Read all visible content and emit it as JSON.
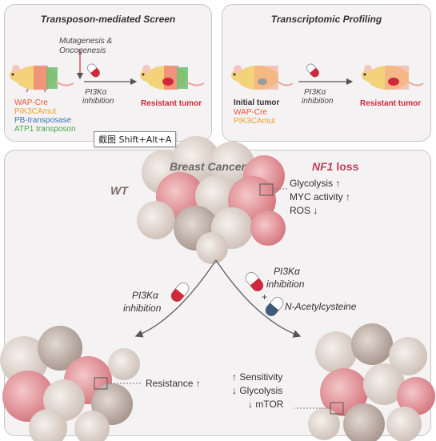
{
  "top_left": {
    "title": "Transposon-mediated Screen",
    "mutagenesis": "Mutagenesis &",
    "oncogenesis": "Oncogenesis",
    "drug": "PI3Kα",
    "drug_action": "inhibition",
    "result": "Resistant tumor",
    "legend": [
      {
        "text": "WAP-Cre",
        "color": "#e8553a"
      },
      {
        "text": "PIK3CAmut",
        "color": "#f0a030"
      },
      {
        "text": "PB-transposase",
        "color": "#3d73b8"
      },
      {
        "text": "ATP1 transposon",
        "color": "#4aa84a"
      }
    ]
  },
  "top_right": {
    "title": "Transcriptomic Profiling",
    "start": "Initial tumor",
    "drug": "PI3Kα",
    "drug_action": "inhibition",
    "result": "Resistant tumor",
    "legend": [
      {
        "text": "WAP-Cre",
        "color": "#e8553a"
      },
      {
        "text": "PIK3CAmut",
        "color": "#f0a030"
      }
    ]
  },
  "tooltip": "截图 Shift+Alt+A",
  "bottom": {
    "title": "Breast Cancer",
    "wt": "WT",
    "nf1": "NF1",
    "loss": " loss",
    "nf1_effects": [
      "Glycolysis ↑",
      "MYC activity ↑",
      "ROS ↓"
    ],
    "left_drug": "PI3Kα",
    "left_drug_action": "inhibition",
    "right_drug": "PI3Kα",
    "right_drug_action": "inhibition",
    "plus": "+",
    "nac": "N-Acetylcysteine",
    "left_outcome": "Resistance ↑",
    "right_outcomes": [
      "↑ Sensitivity",
      "↓ Glycolysis",
      "↓ mTOR"
    ]
  },
  "colors": {
    "panel_bg": "#f4f2f2",
    "accent_red": "#d0283a",
    "nf1_red": "#c0405a",
    "cell_pink": "#e8a0a5",
    "cell_beige": "#e6dcd6"
  }
}
